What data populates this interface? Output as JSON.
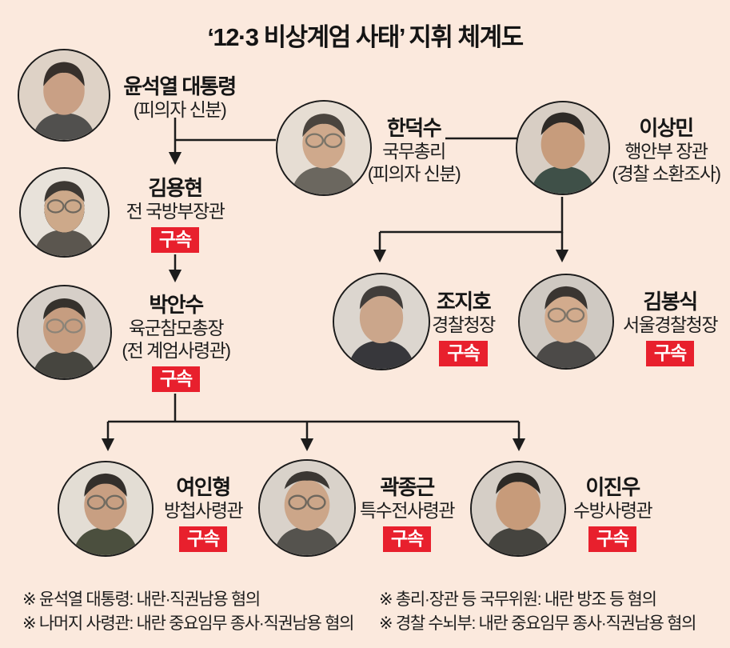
{
  "title": "‘12·3 비상계엄 사태’ 지휘 체계도",
  "nodes": [
    {
      "id": "yoon-suk-yeol",
      "name": "윤석열 대통령",
      "status": "(피의자 신분)"
    },
    {
      "id": "han-duck-soo",
      "name": "한덕수",
      "role": "국무총리",
      "status": "(피의자 신분)"
    },
    {
      "id": "lee-sang-min",
      "name": "이상민",
      "role": "행안부 장관",
      "status": "(경찰 소환조사)"
    },
    {
      "id": "kim-yong-hyun",
      "name": "김용현",
      "role": "전 국방부장관",
      "badge": "구속"
    },
    {
      "id": "park-an-su",
      "name": "박안수",
      "role": "육군참모총장",
      "status": "(전 계엄사령관)",
      "badge": "구속"
    },
    {
      "id": "cho-ji-ho",
      "name": "조지호",
      "role": "경찰청장",
      "badge": "구속"
    },
    {
      "id": "kim-bong-sik",
      "name": "김봉식",
      "role": "서울경찰청장",
      "badge": "구속"
    },
    {
      "id": "yeo-in-hyung",
      "name": "여인형",
      "role": "방첩사령관",
      "badge": "구속"
    },
    {
      "id": "kwak-jong-geun",
      "name": "곽종근",
      "role": "특수전사령관",
      "badge": "구속"
    },
    {
      "id": "lee-jin-woo",
      "name": "이진우",
      "role": "수방사령관",
      "badge": "구속"
    }
  ],
  "footnotes": {
    "left": [
      "※ 윤석열 대통령: 내란·직권남용 혐의",
      "※ 나머지 사령관: 내란 중요임무 종사·직권남용 혐의"
    ],
    "right": [
      "※ 총리·장관 등 국무위원: 내란 방조 등 혐의",
      "※ 경찰 수뇌부: 내란 중요임무 종사·직권남용 혐의"
    ]
  },
  "colors": {
    "background": "#fbe9dd",
    "badge_red": "#e8202d",
    "line_black": "#1c1c1c"
  }
}
